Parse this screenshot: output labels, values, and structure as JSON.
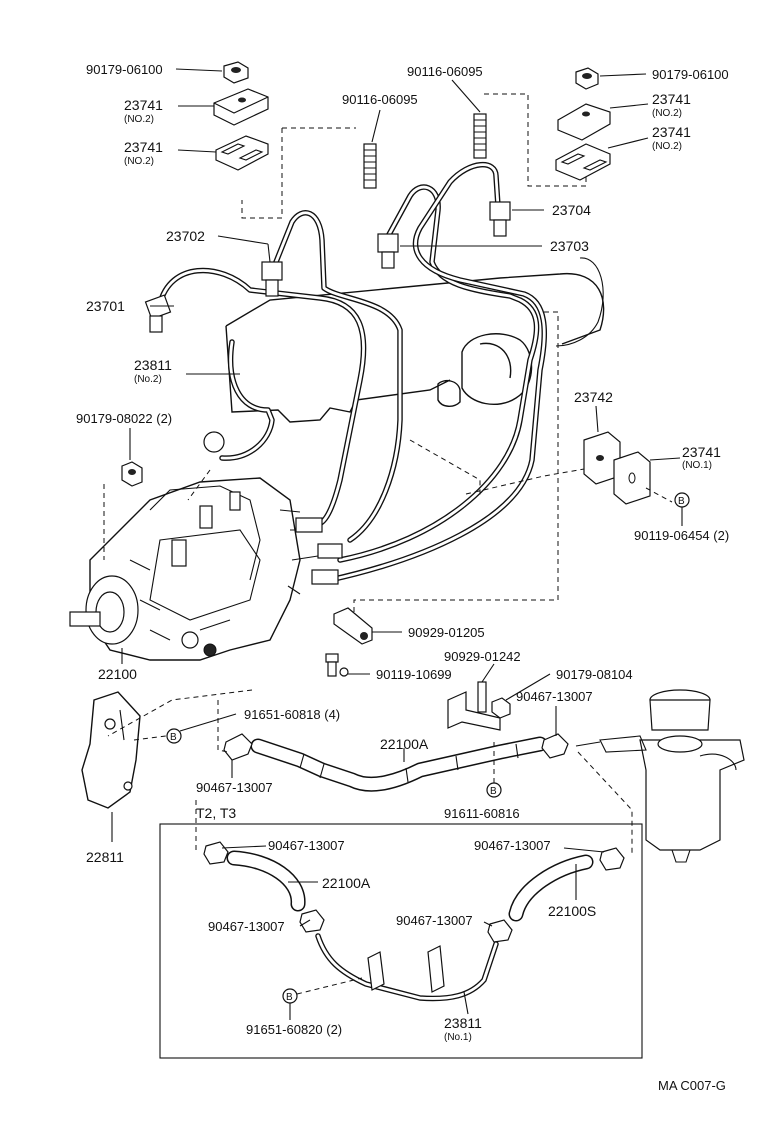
{
  "diagram": {
    "code": "MA C007-G",
    "variant_label": "T2, T3",
    "callout_marker": "B",
    "labels": {
      "p90179_06100_left": "90179-06100",
      "p90179_06100_right": "90179-06100",
      "p90116_06095_top": "90116-06095",
      "p90116_06095_mid": "90116-06095",
      "p23741_no2_a": "23741",
      "p23741_no2_a_sub": "(NO.2)",
      "p23741_no2_b": "23741",
      "p23741_no2_b_sub": "(NO.2)",
      "p23741_no2_c": "23741",
      "p23741_no2_c_sub": "(NO.2)",
      "p23741_no2_d": "23741",
      "p23741_no2_d_sub": "(NO.2)",
      "p23704": "23704",
      "p23702": "23702",
      "p23703": "23703",
      "p23701": "23701",
      "p23811_no2": "23811",
      "p23811_no2_sub": "(No.2)",
      "p90179_08022": "90179-08022 (2)",
      "p23742": "23742",
      "p23741_no1": "23741",
      "p23741_no1_sub": "(NO.1)",
      "p90119_06454": "90119-06454 (2)",
      "p22100": "22100",
      "p90929_01205": "90929-01205",
      "p90929_01242": "90929-01242",
      "p90179_08104": "90179-08104",
      "p90119_10699": "90119-10699",
      "p90467_13007_a": "90467-13007",
      "p91651_60818": "91651-60818 (4)",
      "p22100A_upper": "22100A",
      "p90467_13007_b": "90467-13007",
      "p91611_60816": "91611-60816",
      "p22811": "22811",
      "p90467_13007_c": "90467-13007",
      "p90467_13007_d": "90467-13007",
      "p22100A_lower": "22100A",
      "p90467_13007_e": "90467-13007",
      "p90467_13007_f": "90467-13007",
      "p22100S": "22100S",
      "p91651_60820": "91651-60820 (2)",
      "p23811_no1": "23811",
      "p23811_no1_sub": "(No.1)"
    }
  }
}
